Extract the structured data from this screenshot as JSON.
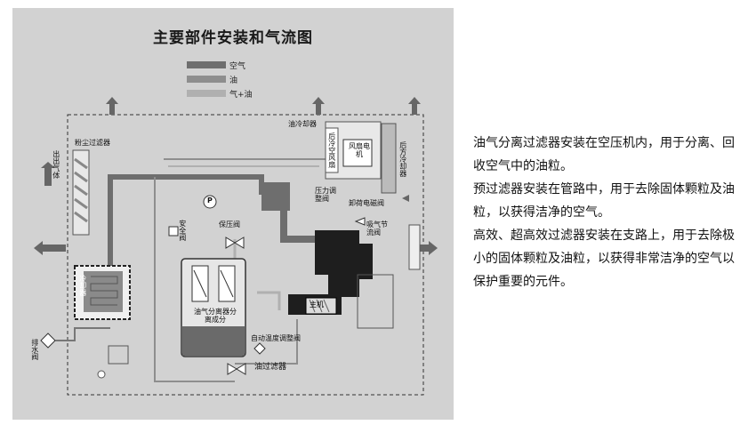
{
  "diagram": {
    "title": "主要部件安装和气流图",
    "legend": [
      {
        "label": "空气",
        "color": "#6e6e6e"
      },
      {
        "label": "油",
        "color": "#8e8e8e"
      },
      {
        "label": "气+油",
        "color": "#b0b0b0"
      }
    ],
    "labels": {
      "dust_filter": "粉尘过滤器",
      "air_outlet": "出出气体",
      "oil_cooler": "油冷却器",
      "rear_cooler": "后方冷却器",
      "fan_motor": "风扇电机",
      "front_cooler": "后冷空风扇",
      "pressure_valve": "压力调整阀",
      "unload_solenoid": "卸荷电磁阀",
      "intake_valve": "吸气节流阀",
      "safety_valve": "安全阀",
      "min_pressure_valve": "保压阀",
      "cooler": "冷却器",
      "separator": "油气分离器分离成分",
      "auto_temp_valve": "自动温度调整阀",
      "oil_filter": "油过滤器",
      "drain_valve": "排水阀",
      "host": "主机",
      "pressure_gauge": "P"
    }
  },
  "description": [
    "油气分离过滤器安装在空压机内，用于分离、回收空气中的油粒。",
    "预过滤器安装在管路中，用于去除固体颗粒及油粒，以获得洁净的空气。",
    "高效、超高效过滤器安装在支路上，用于去除极小的固体颗粒及油粒，以获得非常洁净的空气以保护重要的元件。"
  ]
}
